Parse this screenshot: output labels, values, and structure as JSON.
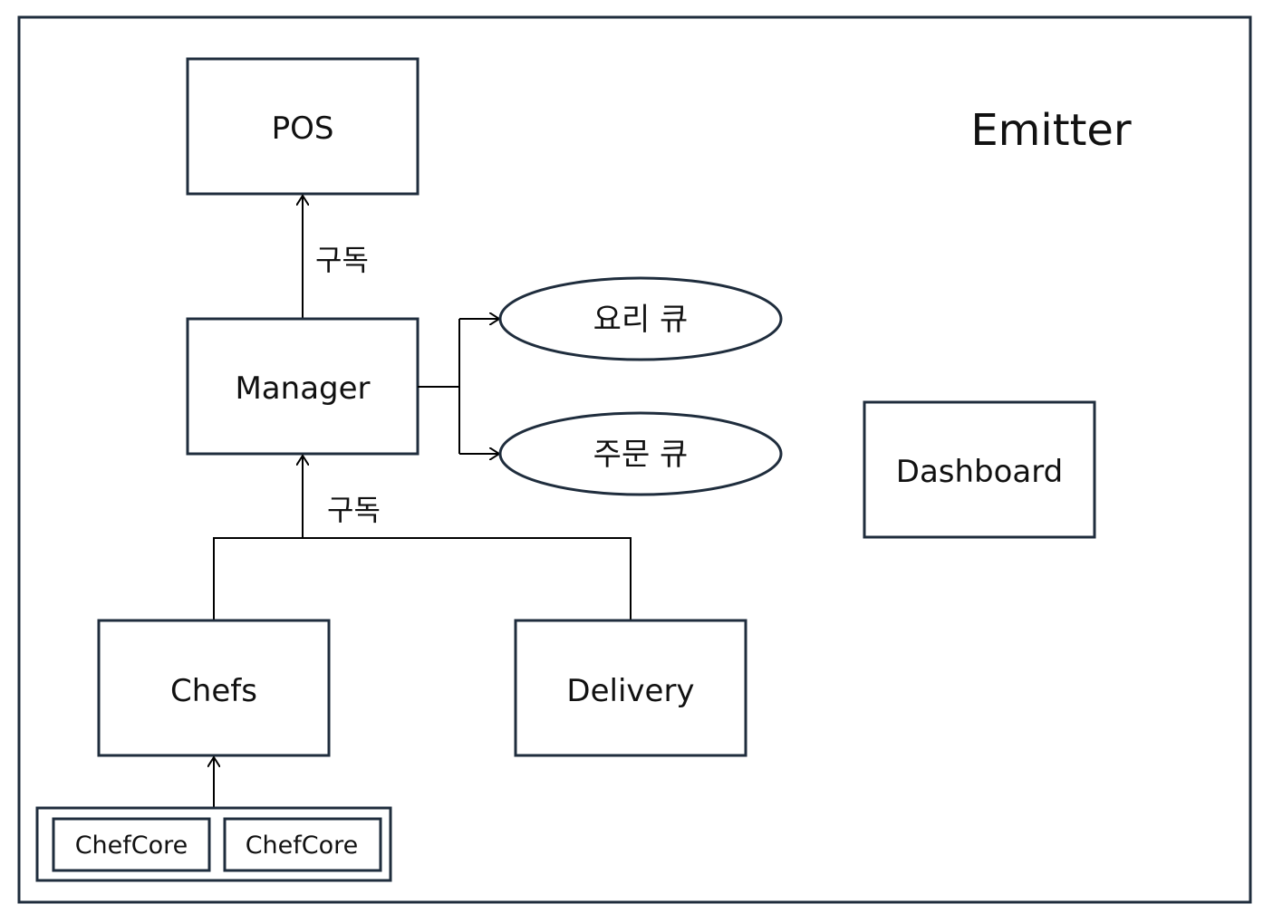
{
  "container": {
    "title": "Emitter"
  },
  "nodes": {
    "pos": "POS",
    "manager": "Manager",
    "cook_queue": "요리 큐",
    "order_queue": "주문 큐",
    "dashboard": "Dashboard",
    "chefs": "Chefs",
    "delivery": "Delivery",
    "chef_core_1": "ChefCore",
    "chef_core_2": "ChefCore"
  },
  "edges": {
    "manager_to_pos": "구독",
    "workers_to_manager": "구독"
  }
}
